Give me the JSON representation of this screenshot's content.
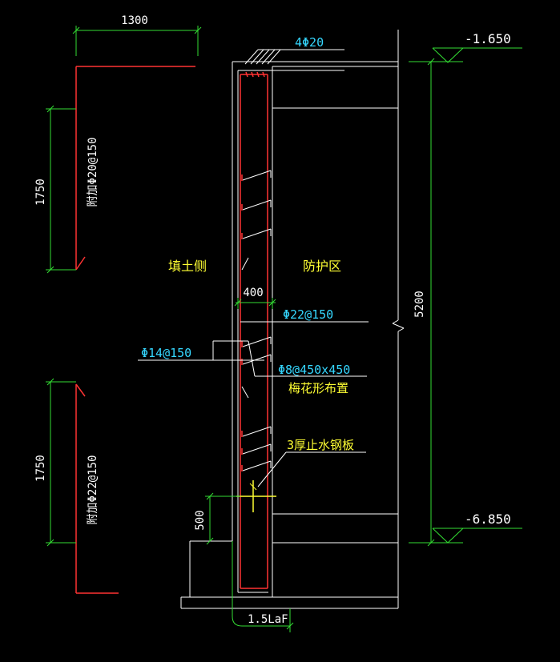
{
  "colors": {
    "background": "#000000",
    "wall": "#ffffff",
    "dimension": "#33dd33",
    "rebar": "#ff3333",
    "annotation_cyan": "#35d7ff",
    "label_yellow": "#ffff33"
  },
  "dimensions": {
    "top_width": "1300",
    "upper_height": "1750",
    "lower_height": "1750",
    "wall_thickness": "400",
    "total_height": "5200",
    "plate_offset": "500",
    "anchorage": "1.5LaF"
  },
  "elevations": {
    "top": "-1.650",
    "bottom": "-6.850"
  },
  "rebar_labels": {
    "top_bars": "4Φ20",
    "upper_added": "附加Φ20@150",
    "lower_added": "附加Φ22@150",
    "horizontal": "Φ22@150",
    "distribution": "Φ14@150",
    "tie": "Φ8@450x450",
    "tie_note": "梅花形布置"
  },
  "labels": {
    "fill_side": "填土侧",
    "protected_side": "防护区",
    "waterstop": "3厚止水钢板"
  }
}
